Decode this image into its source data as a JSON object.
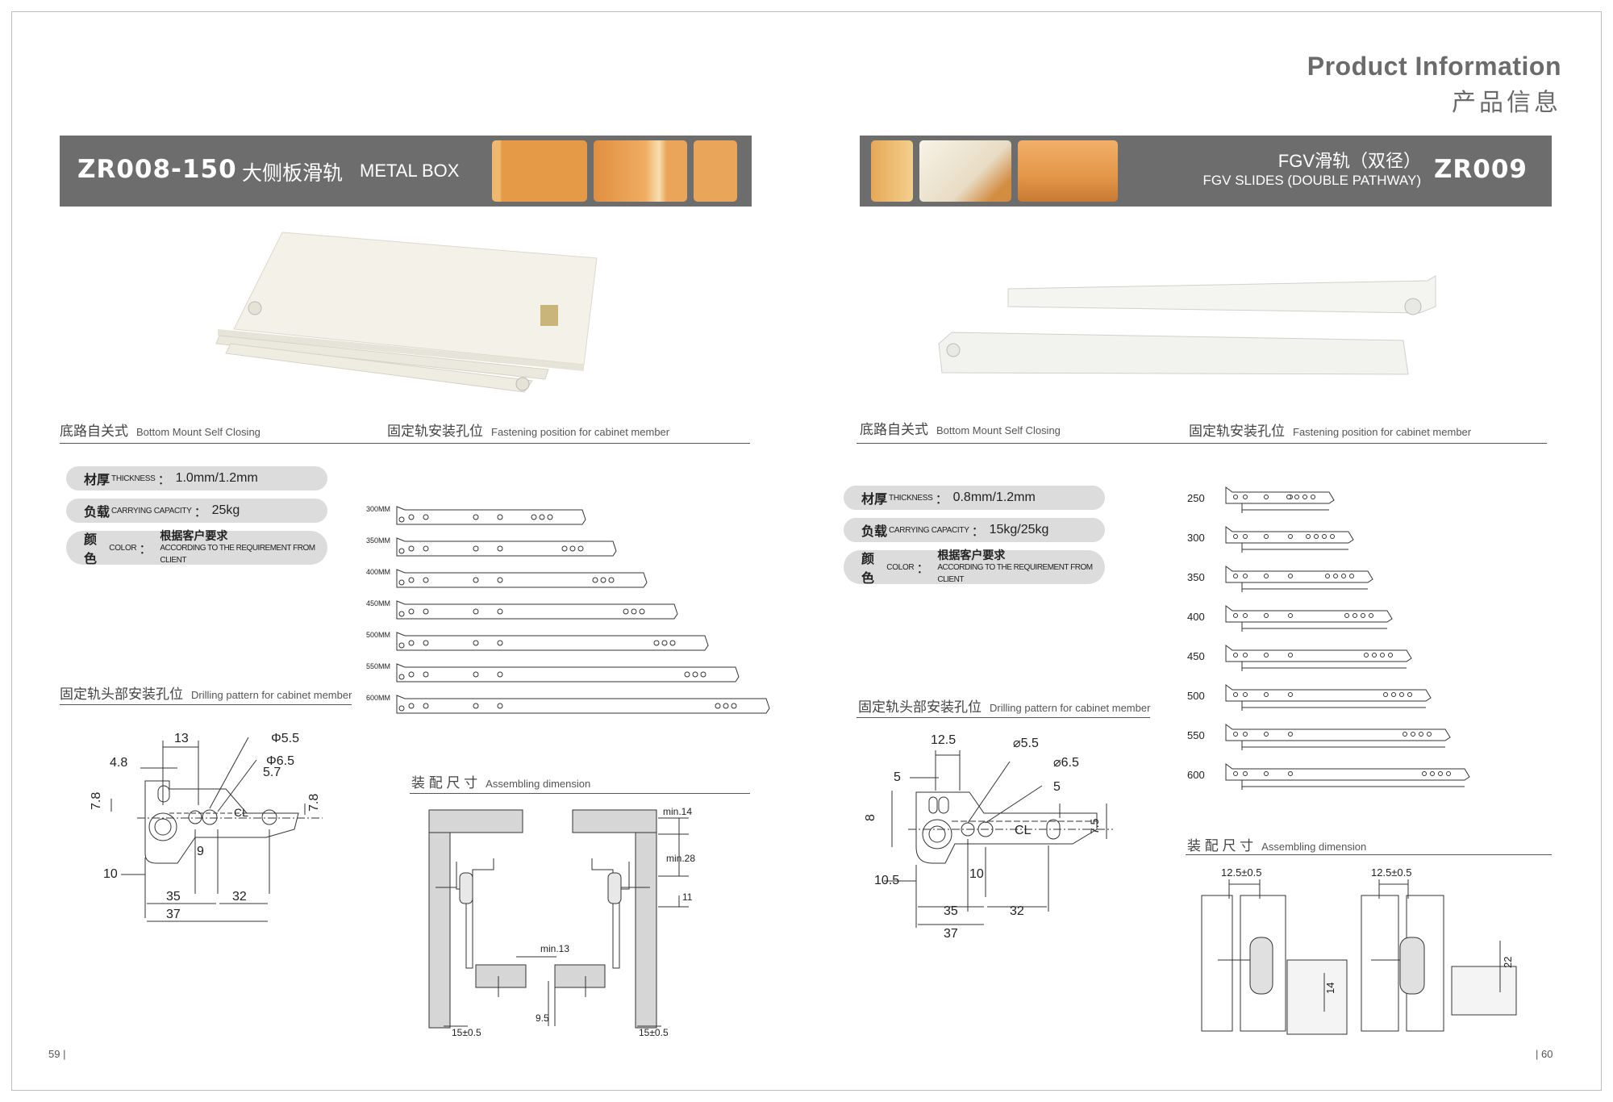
{
  "header": {
    "title_en": "Product Information",
    "title_cn": "产品信息"
  },
  "left": {
    "model": "ZR008-150",
    "name_cn": "大侧板滑轨",
    "name_en": "METAL BOX",
    "caption1": {
      "cn": "底路自关式",
      "en": "Bottom Mount Self Closing"
    },
    "caption2": {
      "cn": "固定轨安装孔位",
      "en": "Fastening position for cabinet member"
    },
    "caption3": {
      "cn": "固定轨头部安装孔位",
      "en": "Drilling pattern for cabinet member"
    },
    "caption4": {
      "cn": "装 配 尺 寸",
      "en": "Assembling dimension"
    },
    "spec": {
      "thick_label": "材厚",
      "thick_en": "THICKNESS",
      "thick_val": "1.0mm/1.2mm",
      "load_label": "负载",
      "load_en": "CARRYING CAPACITY",
      "load_val": "25kg",
      "color_label": "颜色",
      "color_en": "COLOR",
      "color_val": "根据客户要求",
      "color_note": "ACCORDING TO THE REQUIREMENT FROM CLIENT"
    },
    "sizes": [
      "300MM",
      "350MM",
      "400MM",
      "450MM",
      "500MM",
      "550MM",
      "600MM"
    ],
    "pitch": {
      "d1": "Φ5.5",
      "d2": "Φ6.5",
      "m13": "13",
      "m48": "4.8",
      "m78a": "7.8",
      "m57": "5.7",
      "m78b": "7.8",
      "cl": "CL",
      "m9": "9",
      "m10": "10",
      "m35": "35",
      "m32": "32",
      "m37": "37"
    },
    "assy": {
      "min14": "min.14",
      "min28": "min.28",
      "m11": "11",
      "min13": "min.13",
      "m95": "9.5",
      "t15a": "15±0.5",
      "t15b": "15±0.5"
    },
    "page": "59 |"
  },
  "right": {
    "model": "ZR009",
    "name_cn": "FGV滑轨（双径）",
    "name_en": "FGV SLIDES (DOUBLE PATHWAY)",
    "caption1": {
      "cn": "底路自关式",
      "en": "Bottom Mount Self Closing"
    },
    "caption2": {
      "cn": "固定轨安装孔位",
      "en": "Fastening position for cabinet member"
    },
    "caption3": {
      "cn": "固定轨头部安装孔位",
      "en": "Drilling pattern for cabinet member"
    },
    "caption4": {
      "cn": "装 配 尺 寸",
      "en": "Assembling dimension"
    },
    "spec": {
      "thick_label": "材厚",
      "thick_en": "THICKNESS",
      "thick_val": "0.8mm/1.2mm",
      "load_label": "负载",
      "load_en": "CARRYING CAPACITY",
      "load_val": "15kg/25kg",
      "color_label": "颜色",
      "color_en": "COLOR",
      "color_val": "根据客户要求",
      "color_note": "ACCORDING TO THE REQUIREMENT FROM CLIENT"
    },
    "sizes": [
      "250",
      "300",
      "350",
      "400",
      "450",
      "500",
      "550",
      "600"
    ],
    "pitch": {
      "m125": "12.5",
      "d1": "⌀5.5",
      "d2": "⌀6.5",
      "m5a": "5",
      "m5b": "5",
      "m8": "8",
      "cl": "CL",
      "m75": "7.5",
      "m10": "10",
      "m105": "10.5",
      "m35": "35",
      "m32": "32",
      "m37": "37"
    },
    "assy": {
      "t1": "12.5±0.5",
      "t2": "12.5±0.5",
      "m14": "14",
      "m22": "22"
    },
    "page": "| 60"
  },
  "colors": {
    "band": "#6d6d6d",
    "pill": "#dcdcdc",
    "wood": "#e9a55a"
  }
}
